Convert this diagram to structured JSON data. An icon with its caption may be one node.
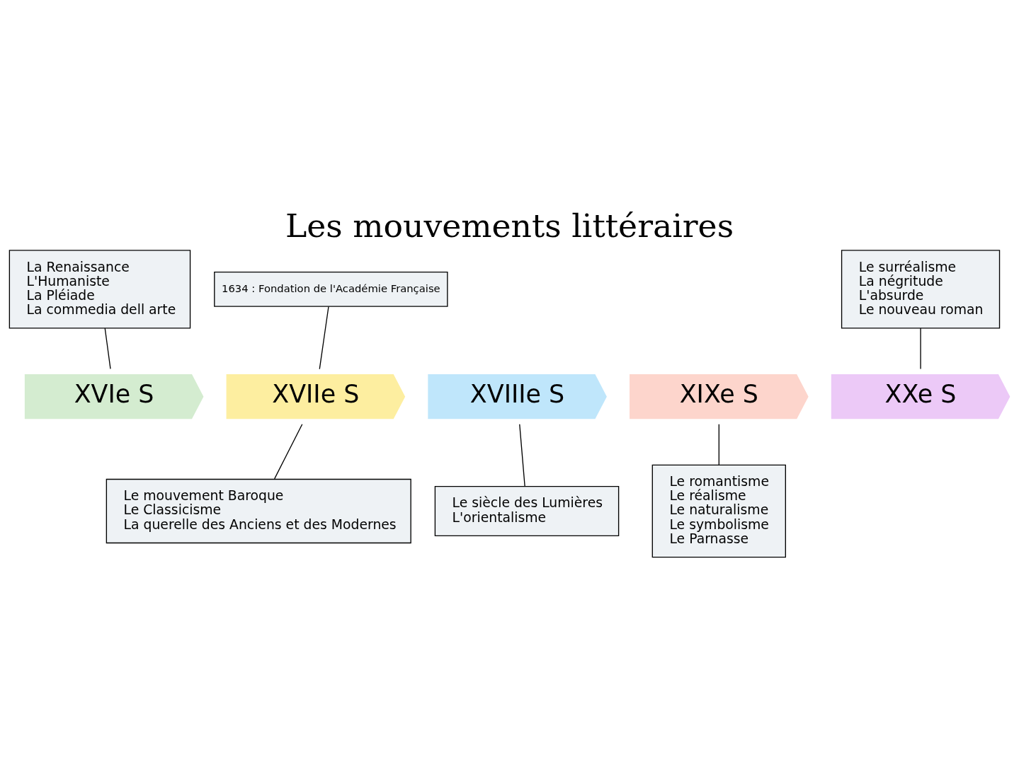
{
  "diagram": {
    "title": "Les mouvements littéraires",
    "nodes": [
      {
        "text": [
          "La Renaissance",
          "L'Humaniste",
          "La Pléiade",
          "La commedia dell arte"
        ]
      },
      {
        "text": [
          "1634 : Fondation de l'Académie Française"
        ]
      },
      {
        "text": [
          "Le surréalisme",
          "La négritude",
          "L'absurde",
          "Le nouveau roman"
        ]
      },
      {
        "text": [
          "XVIe S"
        ]
      },
      {
        "text": [
          "XVIIe S"
        ]
      },
      {
        "text": [
          "XVIIIe S"
        ]
      },
      {
        "text": [
          "XIXe S"
        ]
      },
      {
        "text": [
          "XXe S"
        ]
      },
      {
        "text": [
          "Le mouvement Baroque",
          "Le Classicisme",
          "La querelle des Anciens et des Modernes"
        ]
      },
      {
        "text": [
          "Le siècle des Lumières",
          "L'orientalisme"
        ]
      },
      {
        "text": [
          "Le romantisme",
          "Le réalisme",
          "Le naturalisme",
          "Le symbolisme",
          "Le Parnasse"
        ]
      }
    ],
    "edges": [
      {
        "from": 0,
        "to": 3,
        "arrow": "none"
      },
      {
        "from": 1,
        "to": 4,
        "arrow": "none"
      },
      {
        "from": 2,
        "to": 7,
        "arrow": "none"
      },
      {
        "from": 4,
        "to": 8,
        "arrow": "none"
      },
      {
        "from": 5,
        "to": 9,
        "arrow": "none"
      },
      {
        "from": 6,
        "to": 10,
        "arrow": "none"
      }
    ]
  }
}
